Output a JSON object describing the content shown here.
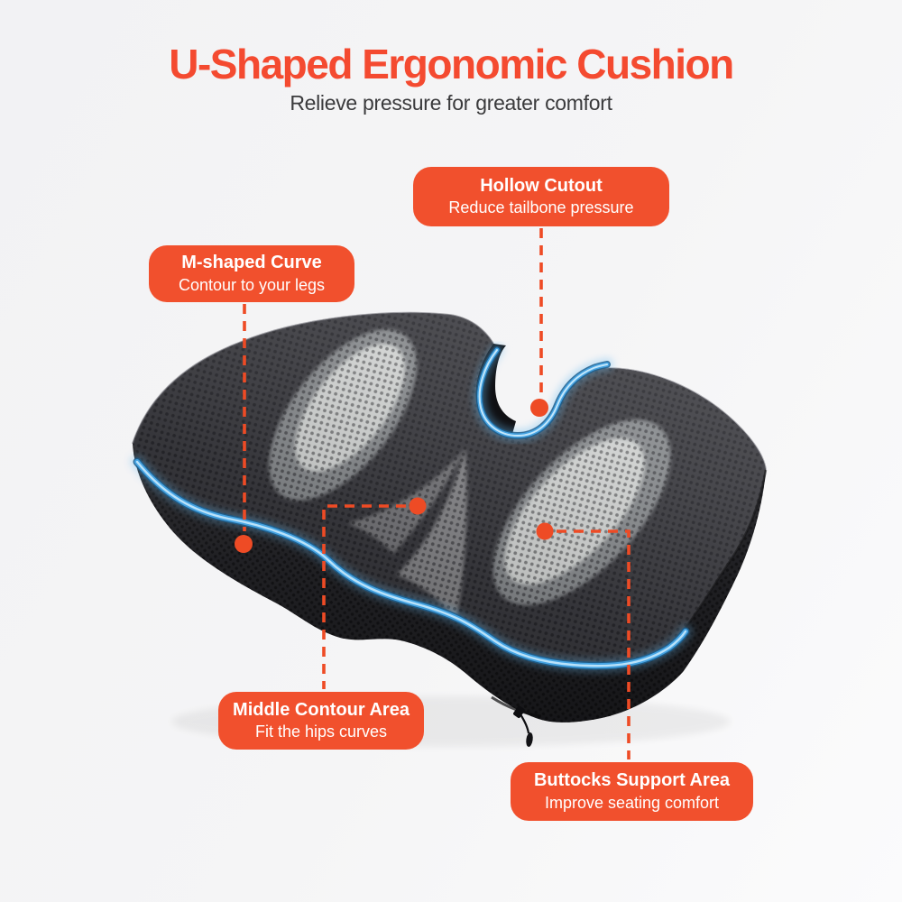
{
  "page": {
    "accent_orange": "#f1502d",
    "leader_orange": "#ee4b25",
    "piping_blue": "#5ab3ec",
    "mesh_dark": "#2d2d31",
    "background": "#f4f4f6"
  },
  "header": {
    "title": "U-Shaped Ergonomic Cushion",
    "subtitle": "Relieve pressure for greater comfort"
  },
  "callouts": {
    "hollow_cutout": {
      "title": "Hollow Cutout",
      "subtitle": "Reduce tailbone pressure"
    },
    "m_shaped_curve": {
      "title": "M-shaped Curve",
      "subtitle": "Contour to your legs"
    },
    "middle_contour": {
      "title": "Middle Contour Area",
      "subtitle": "Fit the hips curves"
    },
    "buttocks_support": {
      "title": "Buttocks Support Area",
      "subtitle": "Improve seating comfort"
    }
  },
  "illustration": {
    "name": "u-shaped-seat-cushion"
  }
}
